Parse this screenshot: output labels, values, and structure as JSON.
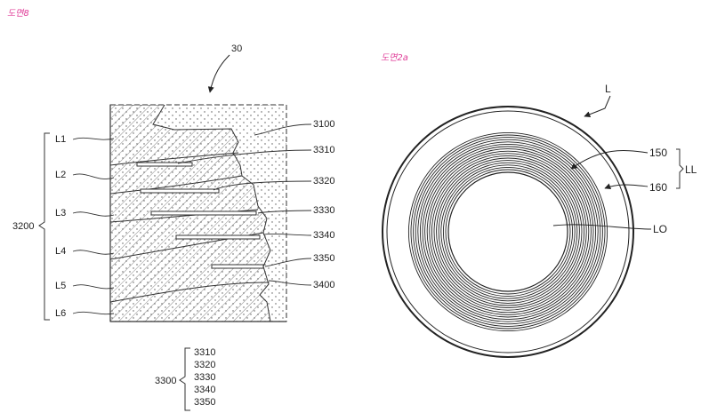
{
  "figure_left": {
    "title": "도면8",
    "ref_main": "30",
    "group_label": "3200",
    "layers": [
      "L1",
      "L2",
      "L3",
      "L4",
      "L5",
      "L6"
    ],
    "right_labels": [
      "3100",
      "3310",
      "3320",
      "3330",
      "3340",
      "3350",
      "3400"
    ],
    "bottom_group": "3300",
    "bottom_items": [
      "3310",
      "3320",
      "3330",
      "3340",
      "3350"
    ]
  },
  "figure_right": {
    "title": "도면2a",
    "label_outer": "L",
    "label_150": "150",
    "label_160": "160",
    "label_group": "LL",
    "label_center": "LO"
  },
  "colors": {
    "title_color": "#e0409a",
    "line_color": "#333333"
  }
}
